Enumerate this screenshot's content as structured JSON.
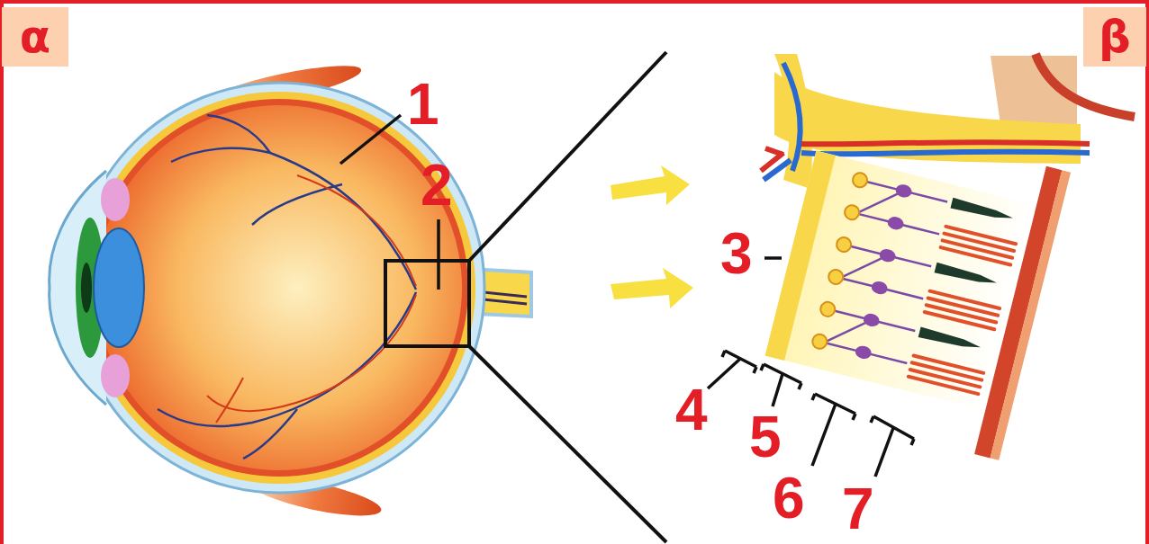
{
  "diagram": {
    "nodes": [
      {
        "text": [
          "α"
        ]
      },
      {
        "text": [
          "β"
        ]
      }
    ],
    "labels": [
      "1",
      "2",
      "3",
      "4",
      "5",
      "6",
      "7"
    ]
  }
}
